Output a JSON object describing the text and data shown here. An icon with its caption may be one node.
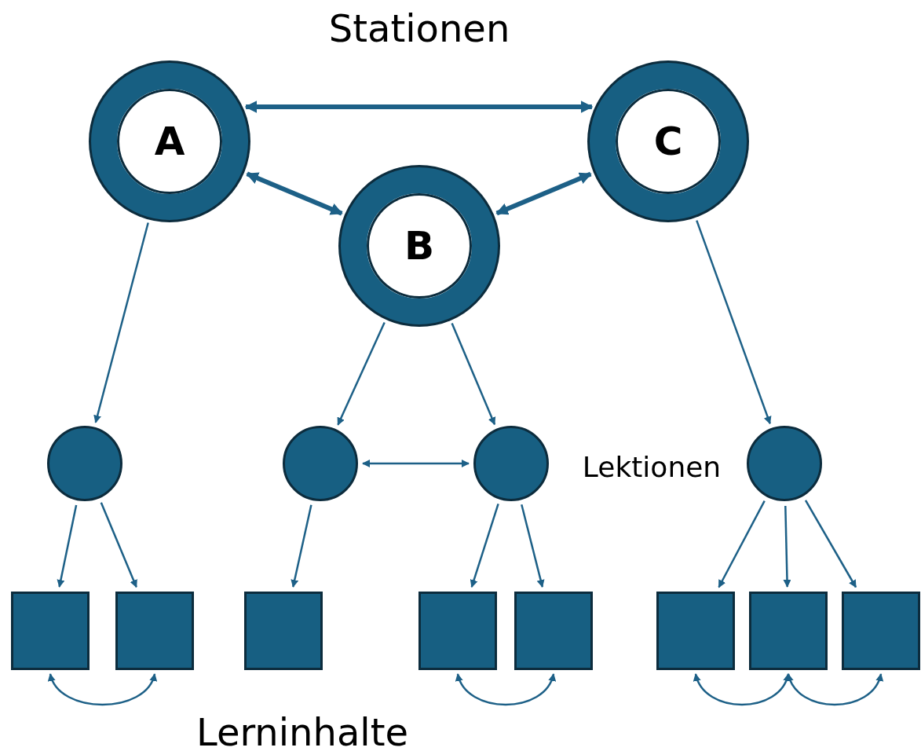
{
  "diagram": {
    "nodes": [
      {
        "text": [
          "A"
        ]
      },
      {
        "text": [
          "C"
        ]
      },
      {
        "text": [
          "B"
        ]
      },
      {
        "text": [],
        "shape": "circle"
      },
      {
        "text": [],
        "shape": "circle"
      },
      {
        "text": [],
        "shape": "circle"
      },
      {
        "text": [],
        "shape": "circle"
      },
      {
        "text": [],
        "shape": "box"
      },
      {
        "text": [],
        "shape": "box"
      },
      {
        "text": [],
        "shape": "box"
      },
      {
        "text": [],
        "shape": "box"
      },
      {
        "text": [],
        "shape": "box"
      },
      {
        "text": [],
        "shape": "box"
      },
      {
        "text": [],
        "shape": "box"
      },
      {
        "text": [],
        "shape": "box"
      }
    ],
    "edges": [
      {
        "from": 0,
        "to": 1,
        "arrow": "both",
        "style": "thick"
      },
      {
        "from": 0,
        "to": 2,
        "arrow": "both",
        "style": "thick"
      },
      {
        "from": 1,
        "to": 2,
        "arrow": "both",
        "style": "thick"
      },
      {
        "from": 0,
        "to": 3,
        "arrow": "to"
      },
      {
        "from": 2,
        "to": 4,
        "arrow": "to"
      },
      {
        "from": 2,
        "to": 5,
        "arrow": "to"
      },
      {
        "from": 1,
        "to": 6,
        "arrow": "to"
      },
      {
        "from": 4,
        "to": 5,
        "arrow": "both"
      },
      {
        "from": 3,
        "to": 7,
        "arrow": "to"
      },
      {
        "from": 3,
        "to": 8,
        "arrow": "to"
      },
      {
        "from": 4,
        "to": 9,
        "arrow": "to"
      },
      {
        "from": 5,
        "to": 10,
        "arrow": "to"
      },
      {
        "from": 5,
        "to": 11,
        "arrow": "to"
      },
      {
        "from": 6,
        "to": 12,
        "arrow": "to"
      },
      {
        "from": 6,
        "to": 13,
        "arrow": "to"
      },
      {
        "from": 6,
        "to": 14,
        "arrow": "to"
      },
      {
        "from": 7,
        "to": 8,
        "arrow": "both"
      },
      {
        "from": 10,
        "to": 11,
        "arrow": "both"
      },
      {
        "from": 12,
        "to": 13,
        "arrow": "both"
      },
      {
        "from": 13,
        "to": 14,
        "arrow": "both"
      }
    ],
    "labels": [
      "Stationen",
      "Lektionen",
      "Lerninhalte"
    ]
  }
}
